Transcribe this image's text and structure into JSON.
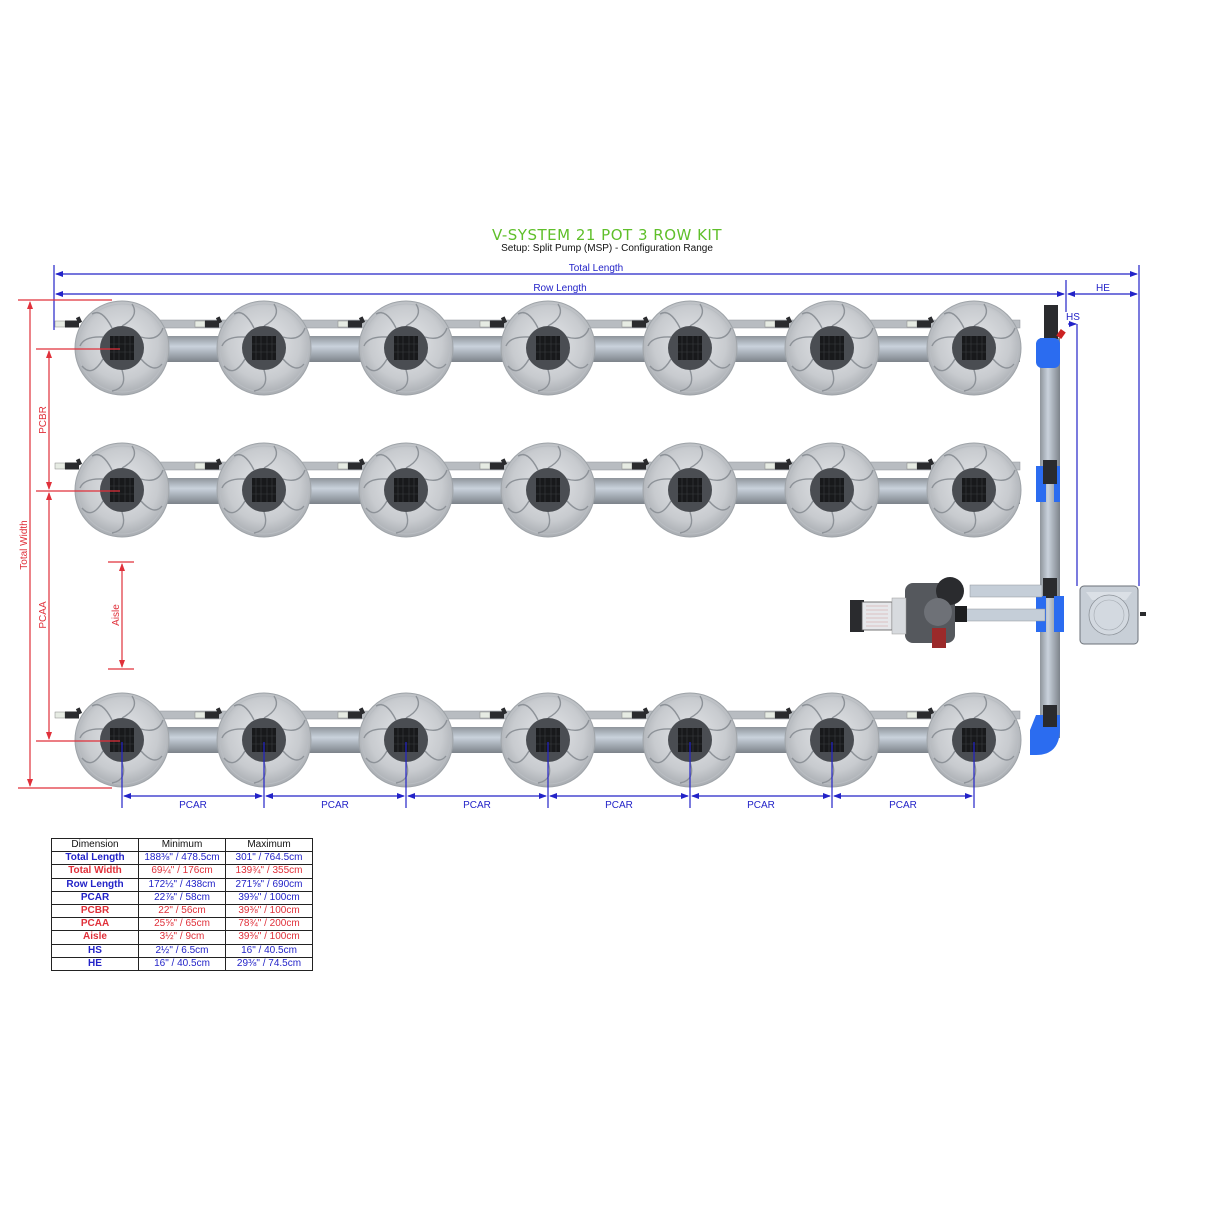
{
  "header": {
    "title": "V-SYSTEM 21 POT 3 ROW KIT",
    "subtitle": "Setup: Split Pump (MSP) - Configuration Range"
  },
  "colors": {
    "title_green": "#5fbf2a",
    "dimension_blue": "#2323c8",
    "dimension_red": "#e0303a",
    "pipe_blue": "#2b6cf0",
    "pot_gray": "#c9ccd0"
  },
  "diagram": {
    "rows": 3,
    "pots_per_row": 7,
    "total_pots": 21,
    "labels": {
      "total_length": "Total Length",
      "row_length": "Row Length",
      "he": "HE",
      "hs": "HS",
      "pcbr": "PCBR",
      "total_width": "Total Width",
      "pcaa": "PCAA",
      "aisle": "Aisle",
      "pcar": "PCAR"
    },
    "pcar_count": 6,
    "components": [
      "pot-icon",
      "pump-icon",
      "reservoir-icon",
      "manifold-pipe",
      "elbow-fitting",
      "valve-icon"
    ]
  },
  "table": {
    "headers": [
      "Dimension",
      "Minimum",
      "Maximum"
    ],
    "rows": [
      {
        "dimension": "Total Length",
        "min": "188⅜\" / 478.5cm",
        "max": "301\" / 764.5cm",
        "color": "blue"
      },
      {
        "dimension": "Total Width",
        "min": "69¼\" / 176cm",
        "max": "139¾\" / 355cm",
        "color": "red"
      },
      {
        "dimension": "Row Length",
        "min": "172½\" / 438cm",
        "max": "271⅝\" / 690cm",
        "color": "blue"
      },
      {
        "dimension": "PCAR",
        "min": "22⅞\" / 58cm",
        "max": "39⅜\" / 100cm",
        "color": "blue"
      },
      {
        "dimension": "PCBR",
        "min": "22\" / 56cm",
        "max": "39⅜\" / 100cm",
        "color": "red"
      },
      {
        "dimension": "PCAA",
        "min": "25⅝\" / 65cm",
        "max": "78¾\" / 200cm",
        "color": "red"
      },
      {
        "dimension": "Aisle",
        "min": "3½\" / 9cm",
        "max": "39⅜\" / 100cm",
        "color": "red"
      },
      {
        "dimension": "HS",
        "min": "2½\" / 6.5cm",
        "max": "16\" / 40.5cm",
        "color": "blue"
      },
      {
        "dimension": "HE",
        "min": "16\" / 40.5cm",
        "max": "29⅜\" / 74.5cm",
        "color": "blue"
      }
    ]
  }
}
